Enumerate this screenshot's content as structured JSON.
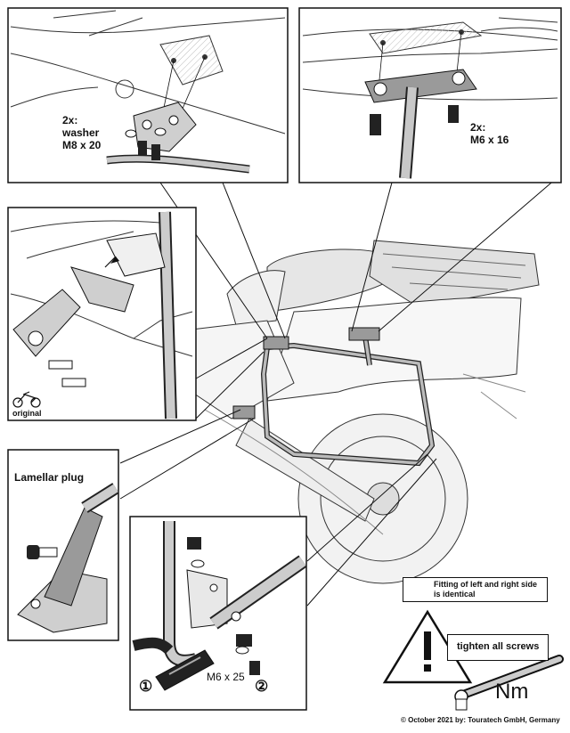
{
  "panels": {
    "top_left": {
      "label_lines": [
        "2x:",
        "washer",
        "M8 x 20"
      ]
    },
    "top_right": {
      "label_lines": [
        "2x:",
        "M6 x 16"
      ]
    },
    "mid_left": {
      "caption": "original"
    },
    "lamellar": {
      "title": "Lamellar plug"
    },
    "bottom": {
      "screw_label": "M6 x 25",
      "step_one": "①",
      "step_two": "②"
    }
  },
  "notes": {
    "identical_line1": "Fitting of left and right side",
    "identical_line2": "is identical",
    "tighten": "tighten all screws",
    "torque_unit": "Nm"
  },
  "footer": {
    "copyright": "©  October 2021 by: Touratech GmbH, Germany"
  },
  "colors": {
    "ink": "#111111",
    "fill_light": "#e8e8e8",
    "fill_mid": "#cfcfcf",
    "fill_dark": "#9a9a9a"
  }
}
